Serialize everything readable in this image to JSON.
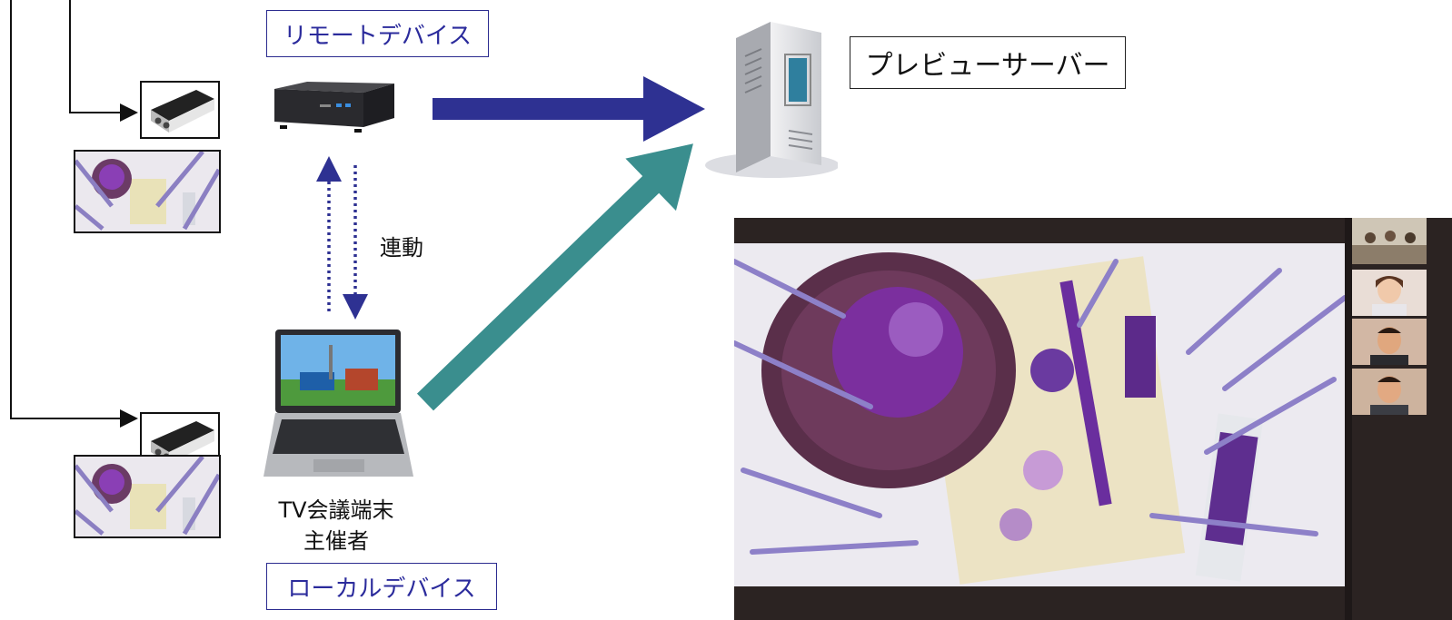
{
  "labels": {
    "remote_device": "リモートデバイス",
    "local_device": "ローカルデバイス",
    "preview_server": "プレビューサーバー",
    "link": "連動",
    "terminal_line1": "TV会議端末",
    "terminal_line2": "主催者"
  },
  "colors": {
    "navy_arrow": "#2e3192",
    "teal_arrow": "#3a8e8e",
    "label_border": "#2b2b8f",
    "conference_bg": "#2b2322"
  },
  "icons": {
    "capture_device": "capture-box-icon",
    "mini_pc": "mini-pc-icon",
    "laptop": "laptop-icon",
    "server": "server-tower-icon"
  }
}
